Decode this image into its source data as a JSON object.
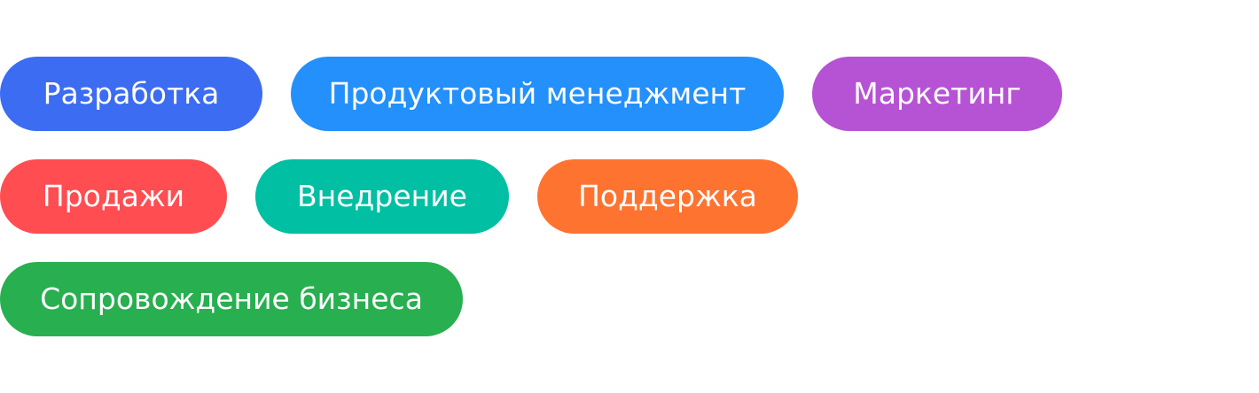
{
  "chips": [
    {
      "label": "Разработка",
      "color": "#3b6cf2"
    },
    {
      "label": "Продуктовый менеджмент",
      "color": "#2390fc"
    },
    {
      "label": "Маркетинг",
      "color": "#b653d4"
    },
    {
      "label": "Продажи",
      "color": "#ff4d51"
    },
    {
      "label": "Внедрение",
      "color": "#00bfa2"
    },
    {
      "label": "Поддержка",
      "color": "#ff7330"
    },
    {
      "label": "Сопровождение бизнеса",
      "color": "#28af4f"
    }
  ]
}
